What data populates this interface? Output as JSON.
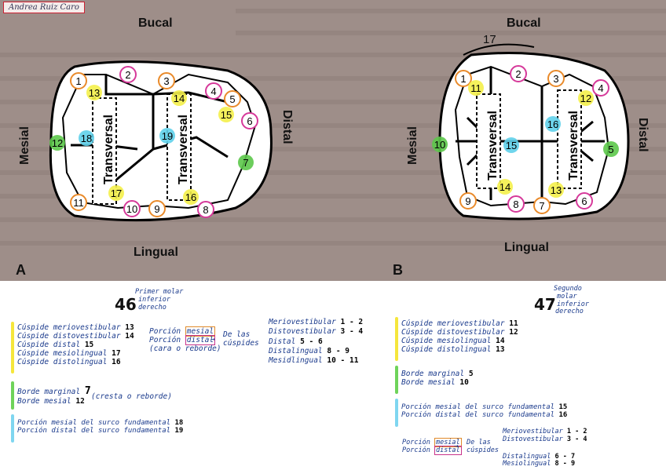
{
  "author": "Andrea Ruiz Caro",
  "labels": {
    "bucal": "Bucal",
    "lingual": "Lingual",
    "mesial": "Mesial",
    "distal": "Distal",
    "transversal": "Transversal",
    "panel_a": "A",
    "panel_b": "B",
    "seventeen_b": "17"
  },
  "tooth_a": {
    "circles_orange": [
      "1",
      "3",
      "5",
      "9",
      "11"
    ],
    "circles_pink": [
      "2",
      "4",
      "6",
      "8",
      "10"
    ],
    "yellow": [
      "13",
      "14",
      "15",
      "16",
      "17"
    ],
    "green": [
      "7",
      "12"
    ],
    "cyan": [
      "18",
      "19"
    ]
  },
  "tooth_b": {
    "circles_orange": [
      "1",
      "3",
      "7",
      "9"
    ],
    "circles_pink": [
      "2",
      "4",
      "6",
      "8"
    ],
    "yellow": [
      "11",
      "12",
      "13",
      "14"
    ],
    "green": [
      "5",
      "10"
    ],
    "cyan": [
      "15",
      "16"
    ]
  },
  "notes_46": {
    "number": "46",
    "title": [
      "Primer molar",
      "inferior",
      "derecho"
    ],
    "cuspides": [
      {
        "text": "Cúspide meriovestibular",
        "n": "13"
      },
      {
        "text": "Cúspide distovestibular",
        "n": "14"
      },
      {
        "text": "Cúspide distal",
        "n": "15"
      },
      {
        "text": "Cúspide mesiolingual",
        "n": "17"
      },
      {
        "text": "Cúspide distolingual",
        "n": "16"
      }
    ],
    "bordes": [
      {
        "text": "Borde marginal",
        "n": "7"
      },
      {
        "text": "Borde mesial",
        "n": "12"
      }
    ],
    "bordes_note": "(cresta o reborde)",
    "surco": [
      {
        "text": "Porción mesial del surco fundamental",
        "n": "18"
      },
      {
        "text": "Porción distal del surco fundamental",
        "n": "19"
      }
    ],
    "porcion": {
      "line1": "Porción",
      "mesial": "mesial",
      "line2": "Porción",
      "distal": "distal",
      "line3": "(cara o reborde)",
      "arrow_label": [
        "De las",
        "cúspides"
      ],
      "items": [
        {
          "text": "Meriovestibular",
          "n": "1 - 2"
        },
        {
          "text": "Distovestibular",
          "n": "3 - 4"
        },
        {
          "text": "Distal",
          "n": "5 - 6"
        },
        {
          "text": "Distalingual",
          "n": "8 - 9"
        },
        {
          "text": "Mesidlingual",
          "n": "10 - 11"
        }
      ]
    }
  },
  "notes_47": {
    "number": "47",
    "title": [
      "Segundo",
      "molar",
      "inferior",
      "derecho"
    ],
    "cuspides": [
      {
        "text": "Cúspide meriovestibular",
        "n": "11"
      },
      {
        "text": "Cúspide distovestibular",
        "n": "12"
      },
      {
        "text": "Cúspide mesiolingual",
        "n": "14"
      },
      {
        "text": "Cúspide distolingual",
        "n": "13"
      }
    ],
    "bordes": [
      {
        "text": "Borde marginal",
        "n": "5"
      },
      {
        "text": "Borde mesial",
        "n": "10"
      }
    ],
    "surco": [
      {
        "text": "Porción mesial del surco fundamental",
        "n": "15"
      },
      {
        "text": "Porción distal del surco fundamental",
        "n": "16"
      }
    ],
    "porcion": {
      "line1": "Porción",
      "mesial": "mesial",
      "line2": "Porción",
      "distal": "distal",
      "arrow_label": [
        "De las",
        "cúspides"
      ],
      "items": [
        {
          "text": "Meriovestibular",
          "n": "1 - 2"
        },
        {
          "text": "Distovestibular",
          "n": "3 - 4"
        },
        {
          "text": "Distalingual",
          "n": "6 - 7"
        },
        {
          "text": "Mesiolingual",
          "n": "8 - 9"
        }
      ]
    }
  }
}
